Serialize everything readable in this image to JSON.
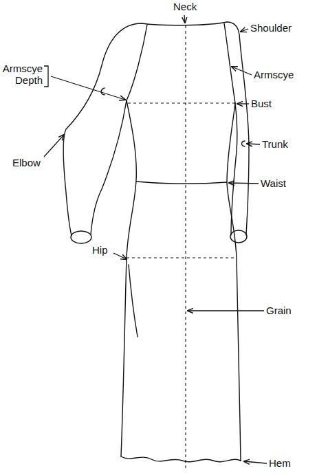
{
  "diagram": {
    "labels": [
      "Neck",
      "Shoulder",
      "Armscye Depth",
      "Armscye",
      "Bust",
      "Trunk",
      "Elbow",
      "Waist",
      "Hip",
      "Grain",
      "Hem"
    ]
  }
}
